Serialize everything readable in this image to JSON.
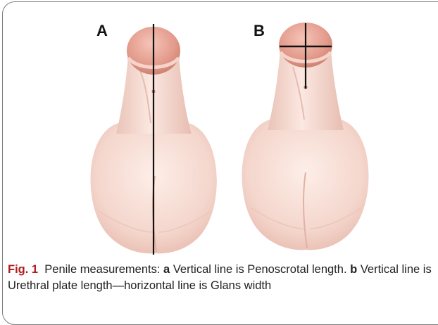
{
  "panels": {
    "a_label": "A",
    "b_label": "B"
  },
  "caption": {
    "fig_label": "Fig. 1",
    "intro": "Penile measurements:",
    "a_key": "a",
    "a_text": "Vertical line is Penoscrotal length.",
    "b_key": "b",
    "b_text": "Vertical line is Urethral plate length—horizontal line is Glans width"
  },
  "colors": {
    "skin_light": "#fbe6df",
    "skin_mid": "#f2cfc4",
    "skin_shadow": "#e2b3a7",
    "glans": "#e8a294",
    "measure_line": "#111111",
    "frame": "#7b7b7b",
    "fig_label": "#b01c1c"
  }
}
